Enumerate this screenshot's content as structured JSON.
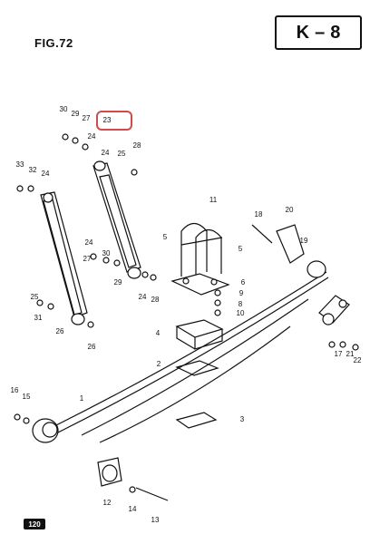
{
  "figure": {
    "title": "FIG.72",
    "page_code": {
      "letter": "K",
      "dash": "–",
      "number": "8"
    },
    "footer_badge": "120"
  },
  "highlight": {
    "part": "23",
    "color": "#d24b4b"
  },
  "callouts": [
    "30",
    "29",
    "27",
    "23",
    "24",
    "25",
    "28",
    "32",
    "33",
    "24",
    "24",
    "29",
    "27",
    "30",
    "24",
    "24",
    "28",
    "31",
    "25",
    "26",
    "26",
    "11",
    "5",
    "5",
    "6",
    "18",
    "20",
    "19",
    "9",
    "8",
    "10",
    "4",
    "2",
    "3",
    "1",
    "16",
    "15",
    "17",
    "21",
    "22",
    "12",
    "14",
    "13"
  ]
}
